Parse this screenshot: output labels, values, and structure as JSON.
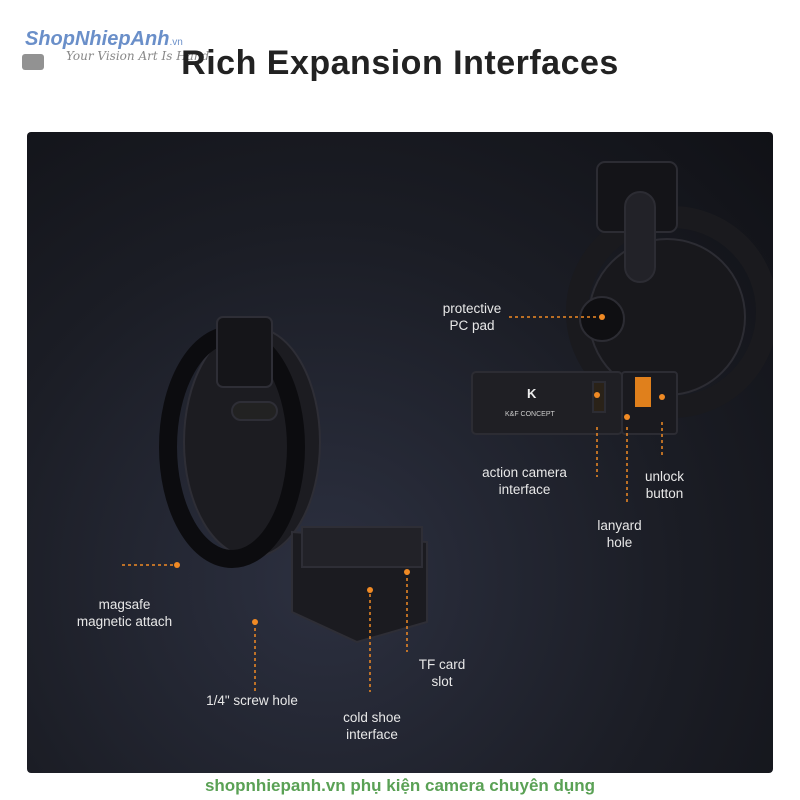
{
  "header": {
    "title": "Rich Expansion Interfaces"
  },
  "watermark": {
    "brand": "ShopNhiepAnh",
    "domain": ".vn",
    "tagline": "Your Vision Art Is Hand"
  },
  "product": {
    "logo_text": "K&F CONCEPT"
  },
  "labels": {
    "protective_pad": [
      "protective",
      "PC pad"
    ],
    "action_camera": [
      "action camera",
      "interface"
    ],
    "unlock_button": [
      "unlock",
      "button"
    ],
    "lanyard_hole": [
      "lanyard",
      "hole"
    ],
    "magsafe": [
      "magsafe",
      "magnetic attach"
    ],
    "tf_card": [
      "TF card",
      "slot"
    ],
    "screw_hole": [
      "1/4\" screw hole"
    ],
    "cold_shoe": [
      "cold shoe",
      "interface"
    ]
  },
  "footer": {
    "text": "shopnhiepanh.vn phụ kiện camera chuyên dụng"
  },
  "colors": {
    "accent": "#f08a24",
    "footer": "#5aa155"
  }
}
